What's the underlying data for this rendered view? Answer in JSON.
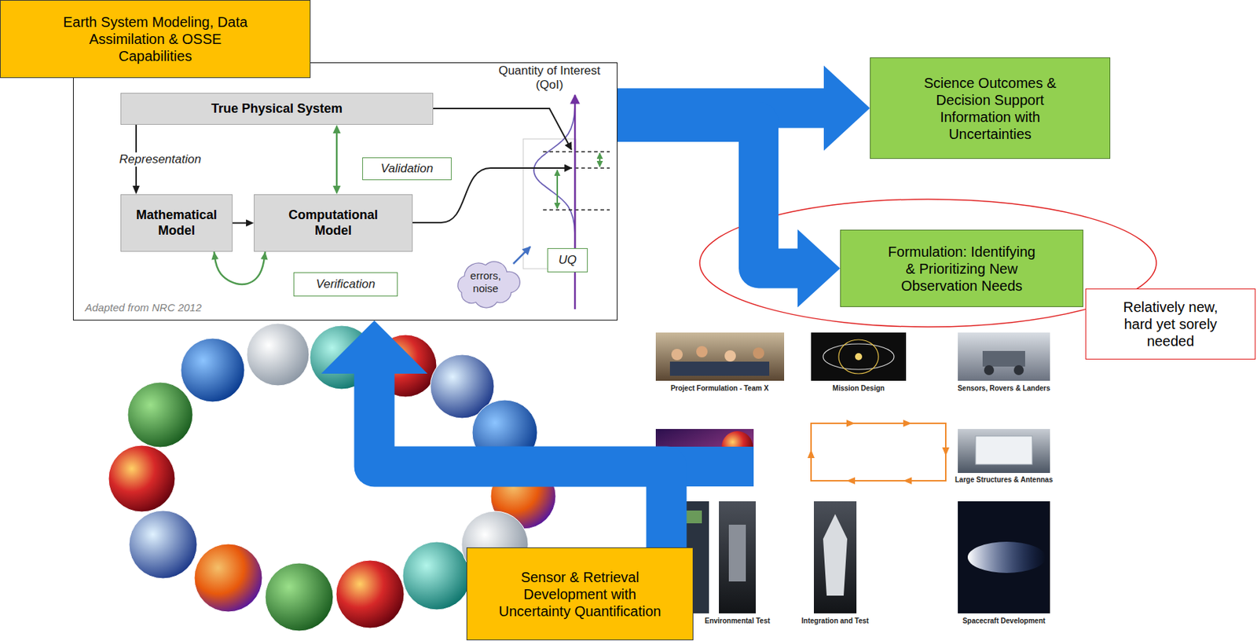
{
  "diagram": {
    "nodes": [
      {
        "text": [
          "Earth System Modeling, Data Assimilation & OSSE Capabilities"
        ]
      },
      {
        "text": [
          "Adapted from NRC 2012"
        ]
      },
      {
        "text": [
          "True Physical System"
        ],
        "in": 1
      },
      {
        "text": [
          "Mathematical Model"
        ],
        "in": 1
      },
      {
        "text": [
          "Computational Model"
        ],
        "in": 1
      },
      {
        "text": [
          "Validation"
        ],
        "in": 1
      },
      {
        "text": [
          "Verification"
        ],
        "in": 1
      },
      {
        "text": [
          "errors, noise"
        ],
        "in": 1
      },
      {
        "text": [
          "UQ"
        ],
        "in": 1
      },
      {
        "text": [
          "Science Outcomes & Decision Support Information with Uncertainties"
        ]
      },
      {
        "text": [
          "Formulation: Identifying & Prioritizing New Observation Needs"
        ]
      },
      {
        "text": [
          "Relatively new, hard yet sorely needed"
        ]
      },
      {
        "text": [
          "Sensor & Retrieval Development with Uncertainty Quantification"
        ]
      }
    ],
    "edges": [
      {
        "from": 2,
        "to": 3,
        "arrow": "to",
        "label": "Representation"
      },
      {
        "from": 3,
        "to": 4,
        "arrow": "to"
      },
      {
        "from": 4,
        "to": 2,
        "arrow": "both"
      },
      {
        "from": 3,
        "to": 4,
        "arrow": "both"
      },
      {
        "from": 1,
        "to": 9,
        "arrow": "to"
      },
      {
        "from": 1,
        "to": 10,
        "arrow": "to"
      },
      {
        "from": 12,
        "to": 1,
        "arrow": "to"
      }
    ],
    "labels": [
      "Quantity of Interest (QoI)",
      "Project Formulation - Team X",
      "Mission Design",
      "Sensors, Rovers & Landers",
      "Large Structures & Antennas",
      "Environmental Test",
      "Integration and Test",
      "Spacecraft Development"
    ]
  }
}
